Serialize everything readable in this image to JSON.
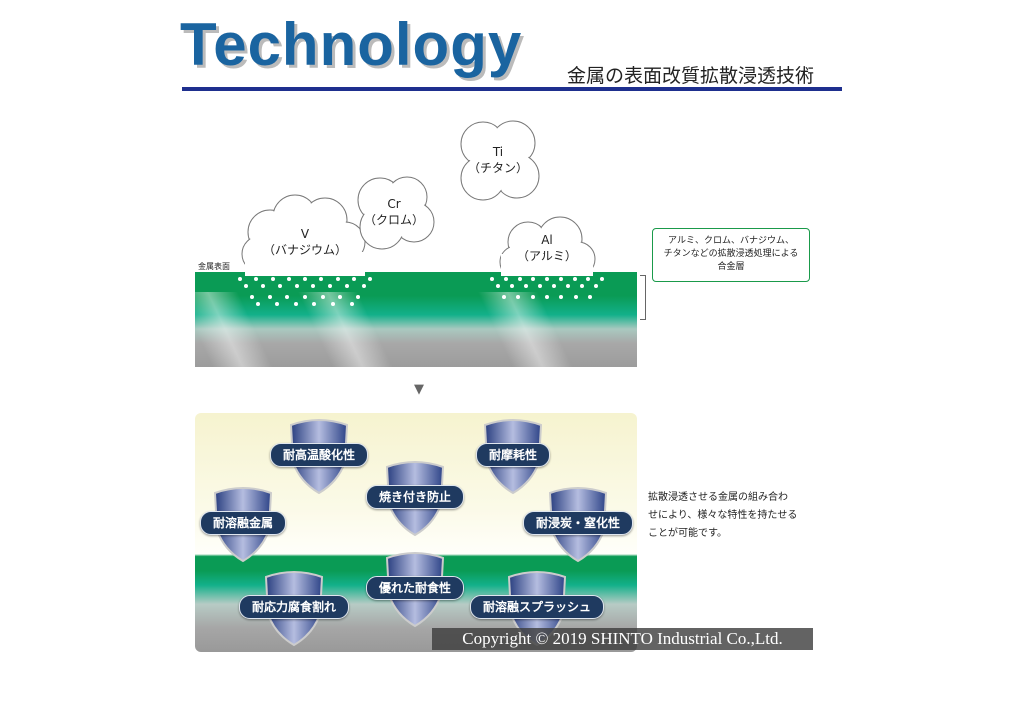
{
  "header": {
    "title": "Technology",
    "subtitle": "金属の表面改質拡散浸透技術"
  },
  "diffusion": {
    "surface_label": "金属表面",
    "clouds": [
      {
        "symbol": "V",
        "name": "（バナジウム）"
      },
      {
        "symbol": "Cr",
        "name": "（クロム）"
      },
      {
        "symbol": "Ti",
        "name": "（チタン）"
      },
      {
        "symbol": "Al",
        "name": "（アルミ）"
      }
    ],
    "callout": {
      "line1": "アルミ、クロム、バナジウム、",
      "line2": "チタンなどの拡散浸透処理による",
      "line3": "合金層"
    },
    "arrow": "▼"
  },
  "properties": {
    "items": [
      "耐高温酸化性",
      "耐摩耗性",
      "焼き付き防止",
      "耐溶融金属",
      "耐浸炭・窒化性",
      "優れた耐食性",
      "耐応力腐食割れ",
      "耐溶融スプラッシュ"
    ],
    "description": {
      "line1": "拡散浸透させる金属の組み合わ",
      "line2": "せにより、様々な特性を持たせる",
      "line3": "ことが可能です。"
    }
  },
  "footer": {
    "copyright": "Copyright © 2019 SHINTO Industrial Co.,Ltd."
  }
}
